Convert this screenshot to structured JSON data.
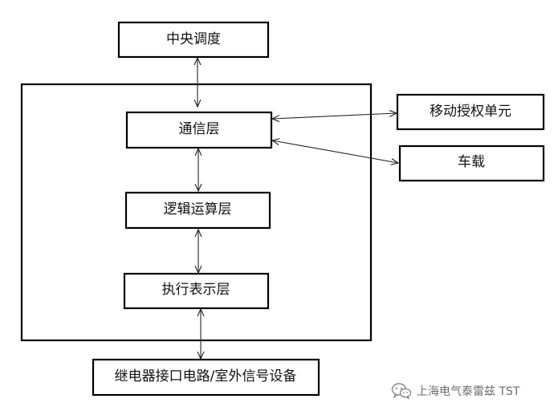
{
  "diagram": {
    "nodes": {
      "central_dispatch": "中央调度",
      "communication_layer": "通信层",
      "logic_layer": "逻辑运算层",
      "execution_layer": "执行表示层",
      "interface_layer": "继电器接口电路/室外信号设备",
      "mobile_authorization": "移动授权单元",
      "vehicle": "车载"
    },
    "edges": [
      {
        "from": "central_dispatch",
        "to": "communication_layer",
        "direction": "both"
      },
      {
        "from": "communication_layer",
        "to": "logic_layer",
        "direction": "both"
      },
      {
        "from": "logic_layer",
        "to": "execution_layer",
        "direction": "both"
      },
      {
        "from": "execution_layer",
        "to": "interface_layer",
        "direction": "both"
      },
      {
        "from": "communication_layer",
        "to": "mobile_authorization",
        "direction": "both"
      },
      {
        "from": "communication_layer",
        "to": "vehicle",
        "direction": "both"
      }
    ]
  },
  "watermark": {
    "text": "上海电气泰雷兹 TST",
    "icon": "wechat-icon"
  },
  "colors": {
    "stroke": "#000000",
    "watermark": "#6d6d6d"
  }
}
